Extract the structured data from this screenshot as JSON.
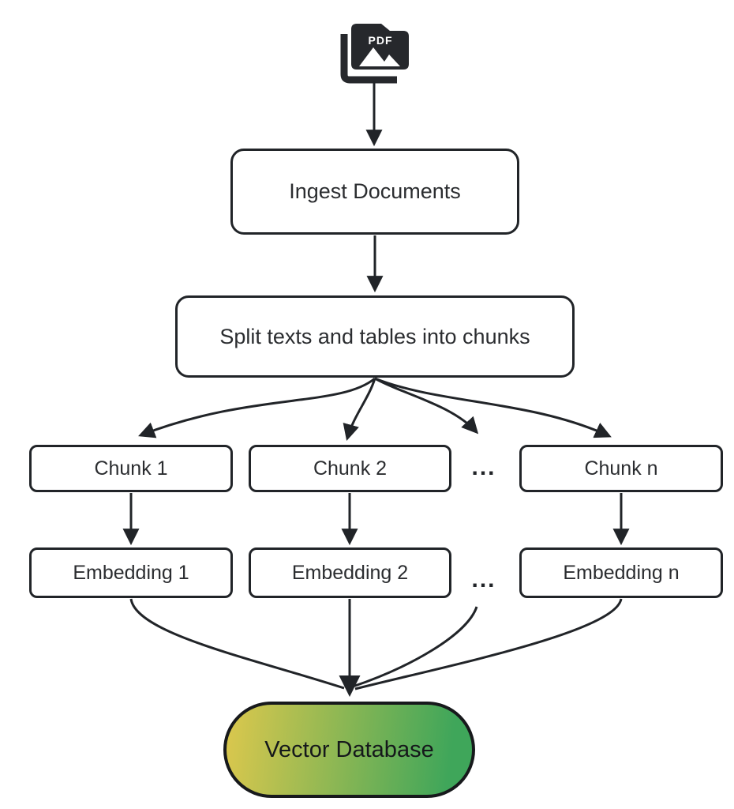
{
  "colors": {
    "stroke": "#212428",
    "text": "#2b2d30",
    "box_bg": "#ffffff",
    "icon_fill": "#26282c",
    "pill_gradient_start": "#dcc84d",
    "pill_gradient_end": "#3fa65a",
    "pill_text": "#15181b"
  },
  "icon": {
    "name": "pdf-image-file-icon",
    "label": "PDF"
  },
  "nodes": {
    "ingest": "Ingest Documents",
    "split": "Split texts and tables into chunks",
    "chunks": [
      "Chunk 1",
      "Chunk 2",
      "Chunk n"
    ],
    "chunks_ellipsis": "...",
    "embeddings": [
      "Embedding 1",
      "Embedding 2",
      "Embedding n"
    ],
    "embeddings_ellipsis": "...",
    "vector_db": "Vector Database"
  }
}
